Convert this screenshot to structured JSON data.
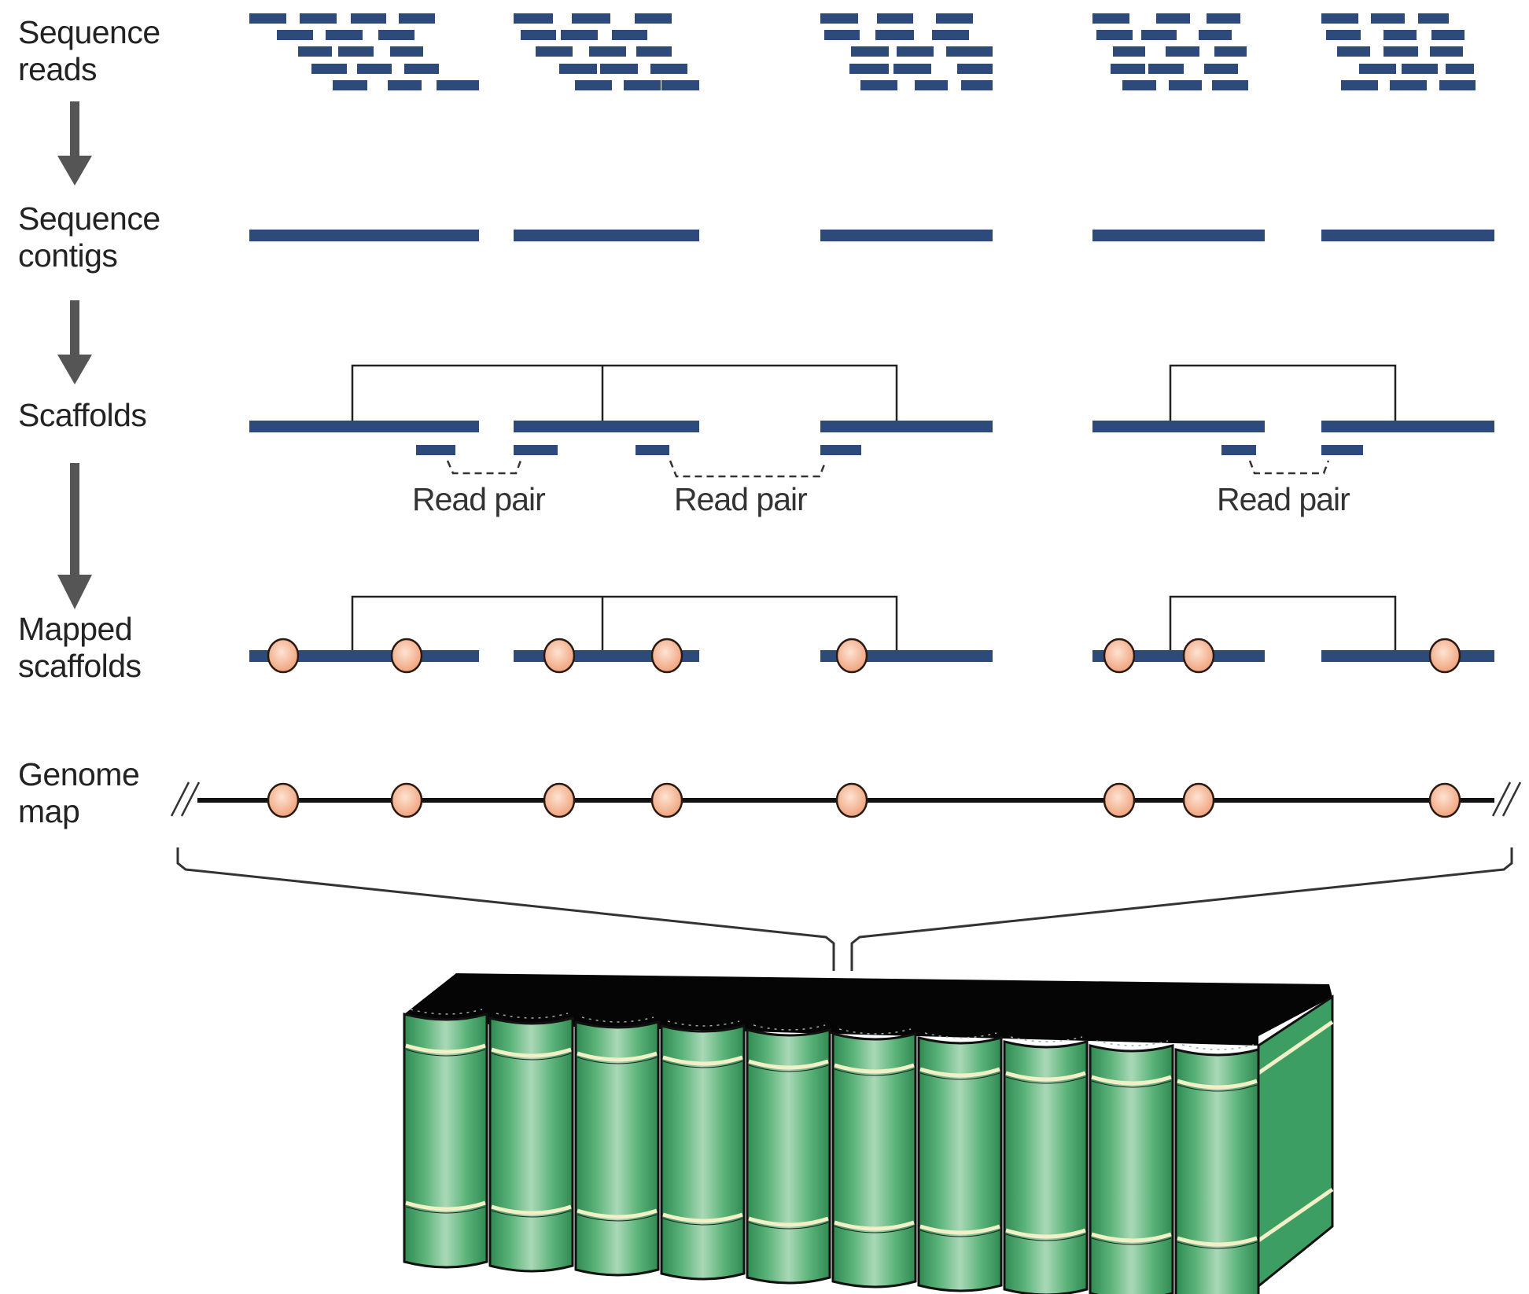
{
  "stages": [
    {
      "id": "sequence-reads",
      "label_lines": [
        "Sequence",
        "reads"
      ]
    },
    {
      "id": "sequence-contigs",
      "label_lines": [
        "Sequence",
        "contigs"
      ]
    },
    {
      "id": "scaffolds",
      "label_lines": [
        "Scaffolds"
      ]
    },
    {
      "id": "mapped-scaffolds",
      "label_lines": [
        "Mapped",
        "scaffolds"
      ]
    },
    {
      "id": "genome-map",
      "label_lines": [
        "Genome",
        "map"
      ]
    }
  ],
  "read_pair_labels": [
    "Read pair",
    "Read pair",
    "Read pair"
  ],
  "colors": {
    "sequence_blue": "#2e4a7a",
    "arrow_gray": "#555555",
    "marker_fill": "#f4b08c",
    "marker_highlight": "#fde3d2",
    "book_green": "#3d9e63",
    "book_light": "#a8d6b4",
    "book_band": "#f3f0c8",
    "line_black": "#111111"
  },
  "contig_count": 5,
  "scaffold_groups": [
    {
      "contigs": [
        1,
        2,
        3
      ]
    },
    {
      "contigs": [
        4,
        5
      ]
    }
  ],
  "marker_count": 8,
  "book_count": 10
}
